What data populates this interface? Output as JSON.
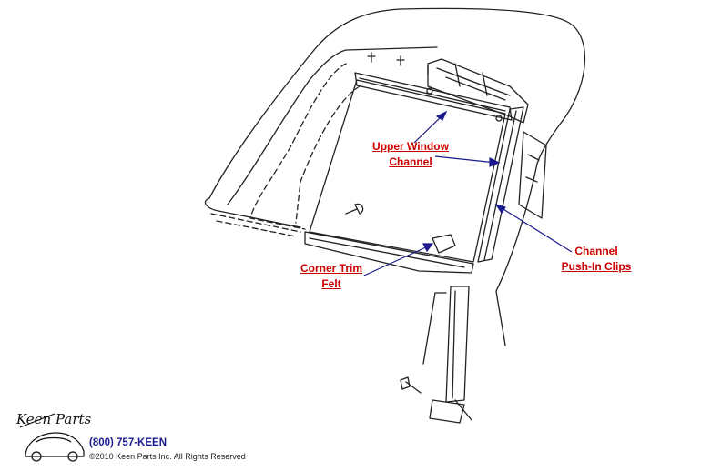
{
  "callouts": {
    "upper_window_channel": {
      "line1": "Upper Window",
      "line2": "Channel"
    },
    "channel_push_in_clips": {
      "line1": "Channel",
      "line2": "Push-In Clips"
    },
    "corner_trim_felt": {
      "line1": "Corner Trim",
      "line2": "Felt"
    }
  },
  "footer": {
    "logo_text": "Keen Parts",
    "phone": "(800) 757-KEEN",
    "copyright": "©2010 Keen Parts Inc. All Rights Reserved"
  },
  "colors": {
    "label": "#cc0000",
    "arrow": "#1a1a8c",
    "line_art": "#222222"
  }
}
